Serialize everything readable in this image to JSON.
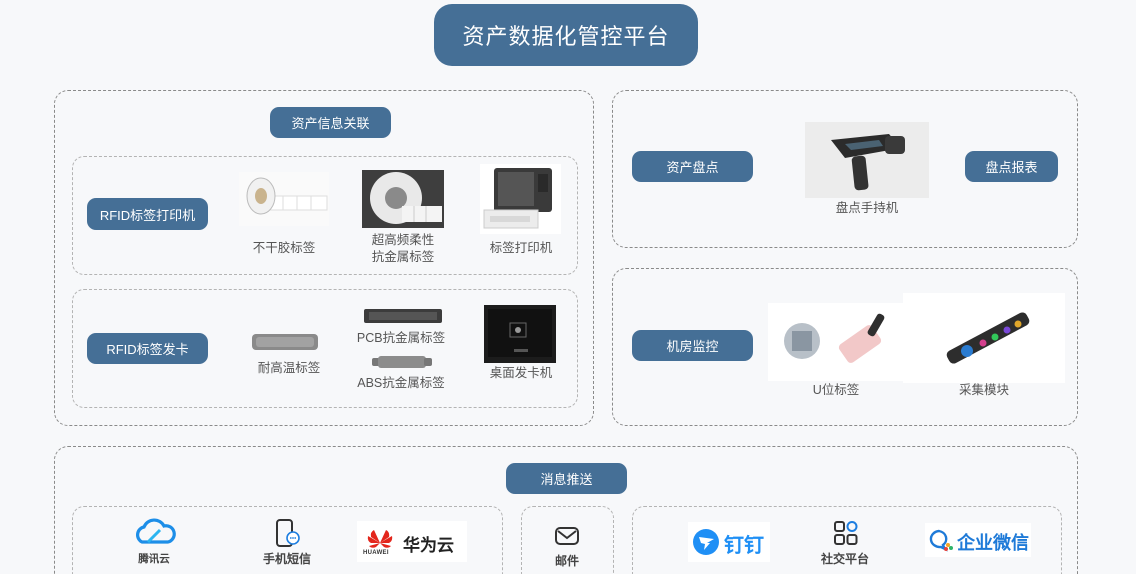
{
  "title": "资产数据化管控平台",
  "asset_info": {
    "header": "资产信息关联",
    "row1": {
      "button": "RFID标签打印机",
      "items": [
        "不干胶标签",
        "超高频柔性\n抗金属标签",
        "标签打印机"
      ]
    },
    "row2": {
      "button": "RFID标签发卡",
      "items": [
        "耐高温标签",
        "PCB抗金属标签",
        "ABS抗金属标签",
        "桌面发卡机"
      ]
    }
  },
  "inventory": {
    "left_button": "资产盘点",
    "right_button": "盘点报表",
    "device": "盘点手持机"
  },
  "room": {
    "button": "机房监控",
    "items": [
      "U位标签",
      "采集模块"
    ]
  },
  "message": {
    "header": "消息推送",
    "group1": [
      "腾讯云",
      "手机短信",
      "华为云"
    ],
    "huawei_brand": "HUAWEI",
    "group2": [
      "邮件"
    ],
    "group3": [
      "钉钉",
      "社交平台",
      "企业微信"
    ]
  },
  "colors": {
    "accent": "#456f96",
    "border": "#8a8a8a"
  }
}
